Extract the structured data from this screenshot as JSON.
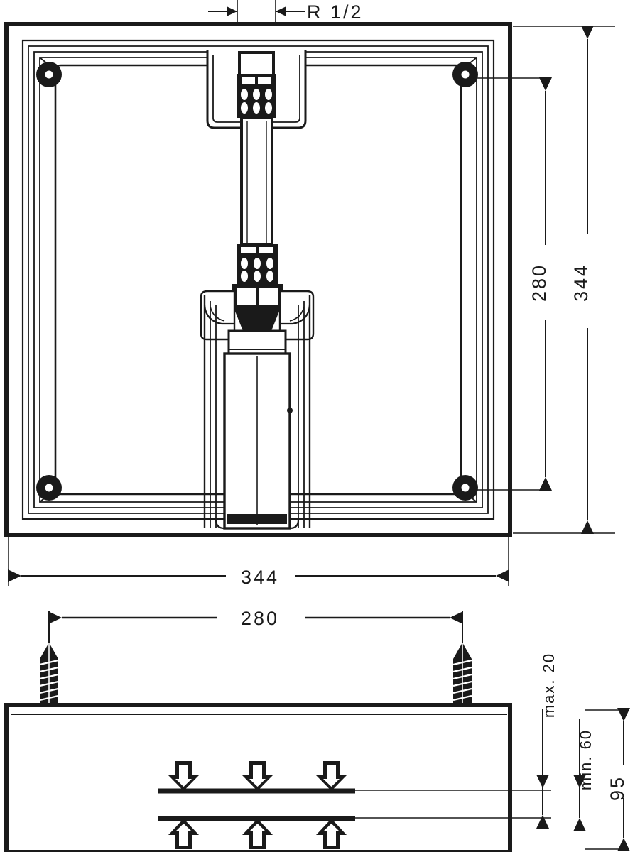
{
  "drawing": {
    "type": "technical-dimension-drawing",
    "subject": "square ceiling overhead shower with connector arm",
    "units": "mm",
    "views": [
      {
        "name": "plan-view",
        "label": "plan"
      },
      {
        "name": "section-view",
        "label": "section"
      }
    ]
  },
  "dimensions": {
    "thread": "R 1/2",
    "plate_width": "344",
    "plate_height": "344",
    "hole_spacing_horizontal": "280",
    "hole_spacing_vertical": "280",
    "ceiling_max": "max. 20",
    "ceiling_min": "min. 60",
    "body_height": "95"
  },
  "labels": {
    "thread_callout": "R 1/2",
    "width_344": "344",
    "height_344": "344",
    "width_280": "280",
    "height_280": "280",
    "max_20": "max. 20",
    "min_60": "min. 60",
    "depth_95": "95"
  },
  "colors": {
    "line": "#1a1a1a",
    "fill": "#ffffff",
    "text": "#1a1a1a"
  },
  "features": {
    "mounting_holes": 4,
    "down_arrows": 3,
    "up_arrows": 3,
    "screws": 2
  }
}
